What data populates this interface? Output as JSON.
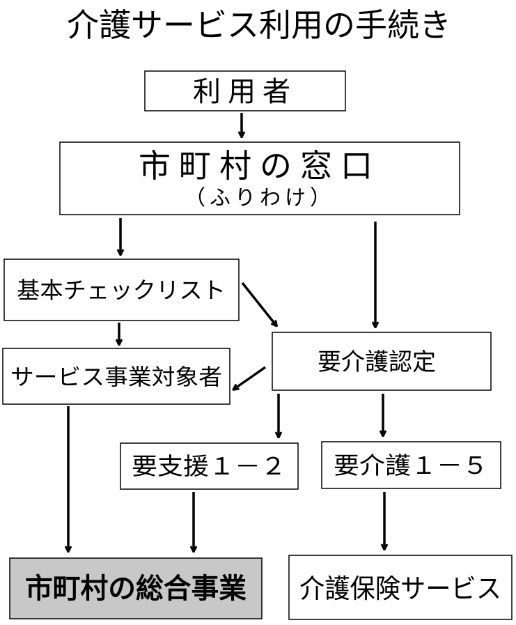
{
  "title": "介護サービス利用の手続き",
  "nodes": {
    "user": "利用者",
    "window": "市町村の窓口",
    "window_sub": "（ふりわけ）",
    "checklist": "基本チェックリスト",
    "service_target": "サービス事業対象者",
    "certification": "要介護認定",
    "support": "要支援１－２",
    "care": "要介護１－５",
    "comprehensive": "市町村の総合事業",
    "insurance": "介護保険サービス"
  },
  "colors": {
    "box_fill": "#ffffff",
    "highlight_fill": "#c8c8c8",
    "stroke": "#000000"
  }
}
